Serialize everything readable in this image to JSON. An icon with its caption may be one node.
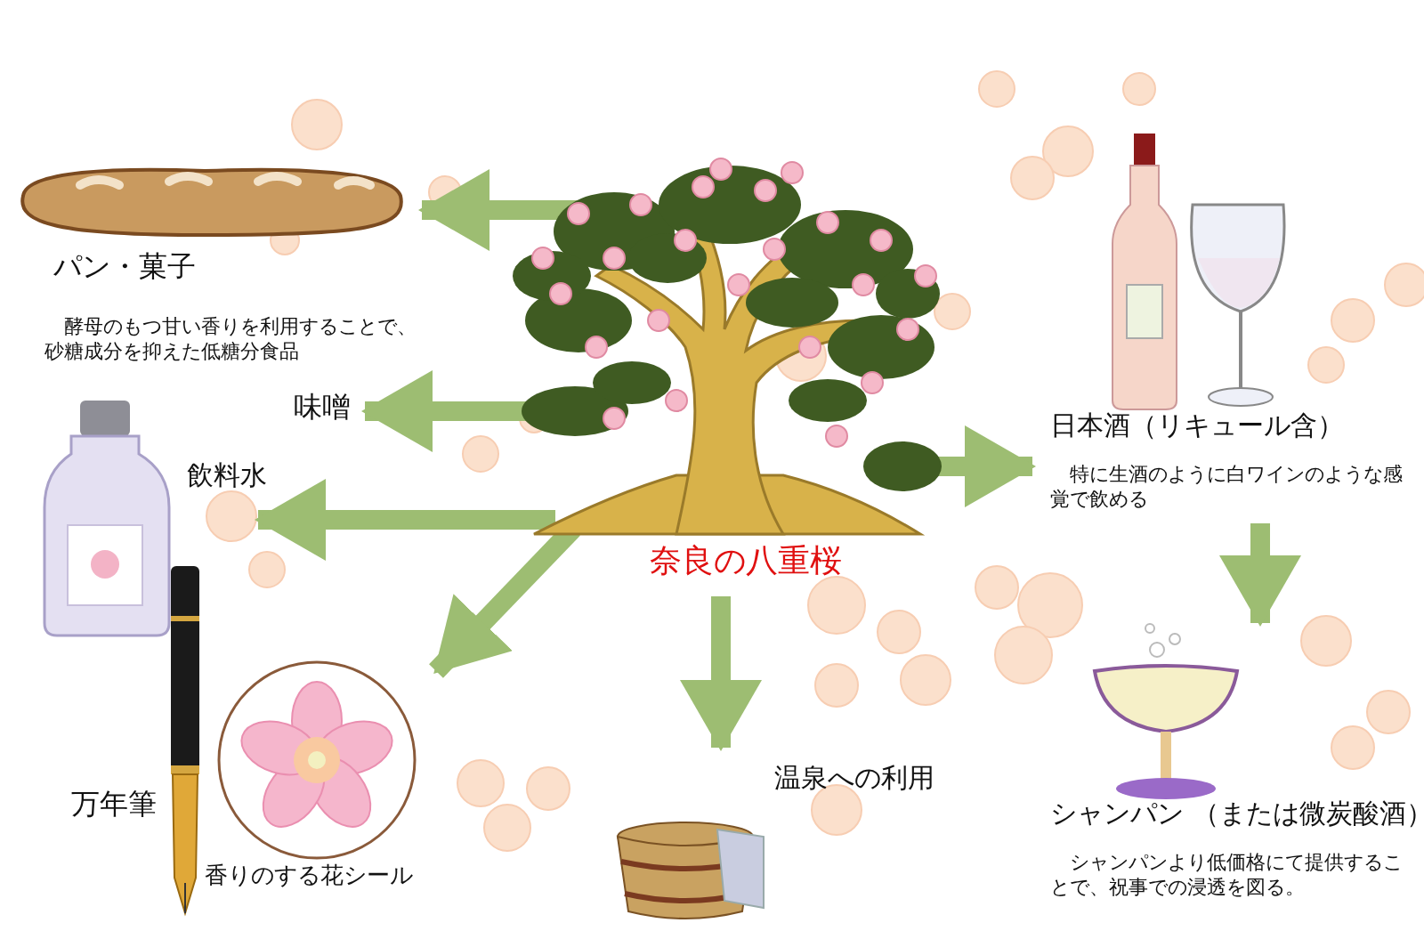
{
  "diagram": {
    "nodes": [
      {
        "text": [
          "奈良の八重桜"
        ]
      },
      {
        "text": [
          "パン・菓子",
          "酵母のもつ甘い香りを利用することで、砂糖成分を抑えた低糖分食品"
        ]
      },
      {
        "text": [
          "味噌"
        ]
      },
      {
        "text": [
          "飲料水"
        ]
      },
      {
        "text": [
          "香りのする花シール"
        ]
      },
      {
        "text": [
          "温泉への利用"
        ]
      },
      {
        "text": [
          "日本酒（リキュール含）",
          "特に生酒のように白ワインのような感覚で飲める"
        ]
      },
      {
        "text": [
          "シャンパン （または微炭酸酒）",
          "シャンパンより低価格にて提供することで、祝事での浸透を図る。"
        ]
      }
    ],
    "edges": [
      {
        "from": 0,
        "to": 1,
        "arrow": "to"
      },
      {
        "from": 0,
        "to": 2,
        "arrow": "to"
      },
      {
        "from": 0,
        "to": 3,
        "arrow": "to"
      },
      {
        "from": 0,
        "to": 4,
        "arrow": "to"
      },
      {
        "from": 0,
        "to": 5,
        "arrow": "to"
      },
      {
        "from": 0,
        "to": 6,
        "arrow": "to"
      },
      {
        "from": 6,
        "to": 7,
        "arrow": "to"
      }
    ],
    "labels": [
      "万年筆"
    ]
  }
}
